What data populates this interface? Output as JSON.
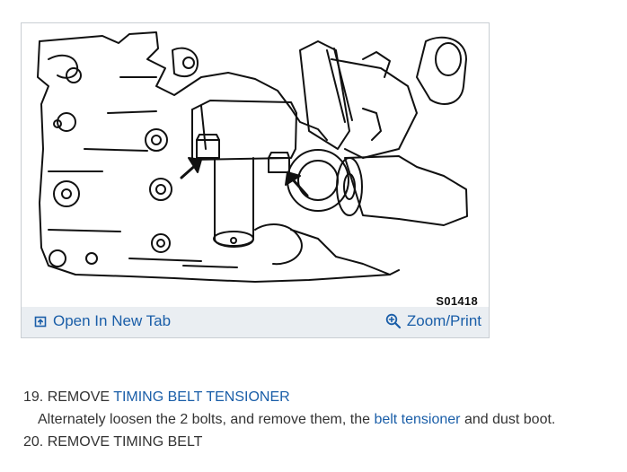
{
  "figure": {
    "code": "S01418",
    "actions": {
      "open_new_tab": "Open In New Tab",
      "zoom_print": "Zoom/Print"
    }
  },
  "instructions": {
    "step19": {
      "prefix": "19. REMOVE ",
      "link": "TIMING BELT TENSIONER"
    },
    "step19_note": {
      "before": "Alternately loosen the 2 bolts, and remove them, the ",
      "link": "belt tensioner",
      "after": " and dust boot."
    },
    "step20": {
      "text": "20. REMOVE TIMING BELT"
    }
  },
  "colors": {
    "link": "#1a5ea8",
    "text": "#333333",
    "toolbar_bg": "#eaeef2",
    "card_border": "#c9ced3"
  }
}
